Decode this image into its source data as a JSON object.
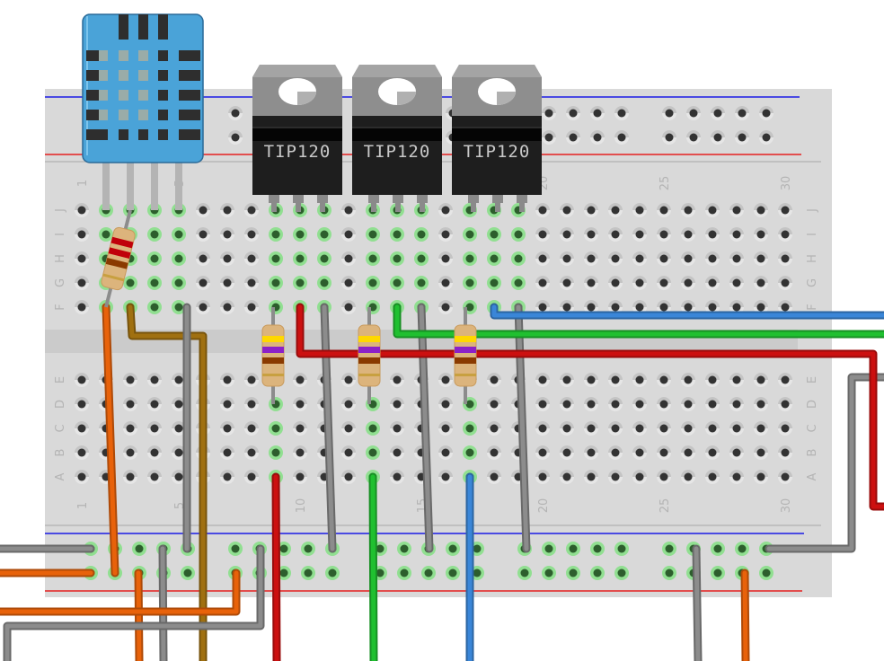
{
  "breadboard": {
    "columns": 30,
    "rows_top": [
      "J",
      "I",
      "H",
      "G",
      "F"
    ],
    "rows_bottom": [
      "E",
      "D",
      "C",
      "B",
      "A"
    ],
    "column_labels": [
      "1",
      "5",
      "10",
      "15",
      "20",
      "25",
      "30"
    ],
    "colors": {
      "body": "#d9d9d9",
      "rail_blue": "#1a1ae6",
      "rail_red": "#e62020",
      "hole": "#333333",
      "hole_connected": "#2d5e2d",
      "hole_glow": "#7ee07e"
    }
  },
  "components": {
    "sensor": {
      "name": "DHT11",
      "color": "#4aa3d8",
      "pins": 4
    },
    "transistors": [
      {
        "label": "TIP120"
      },
      {
        "label": "TIP120"
      },
      {
        "label": "TIP120"
      }
    ],
    "resistors": [
      {
        "bands": [
          "#c0000a",
          "#c0000a",
          "#8a3a00",
          "#c8a040"
        ]
      },
      {
        "bands": [
          "#ffd800",
          "#8c20c8",
          "#8a3a00",
          "#c8a040"
        ]
      },
      {
        "bands": [
          "#ffd800",
          "#8c20c8",
          "#8a3a00",
          "#c8a040"
        ]
      },
      {
        "bands": [
          "#ffd800",
          "#8c20c8",
          "#8a3a00",
          "#c8a040"
        ]
      }
    ]
  },
  "wire_colors": {
    "orange": "#e8620a",
    "brown": "#a07010",
    "gray": "#8c8c8c",
    "red": "#cc1010",
    "green": "#20c030",
    "blue": "#3a86d8"
  }
}
